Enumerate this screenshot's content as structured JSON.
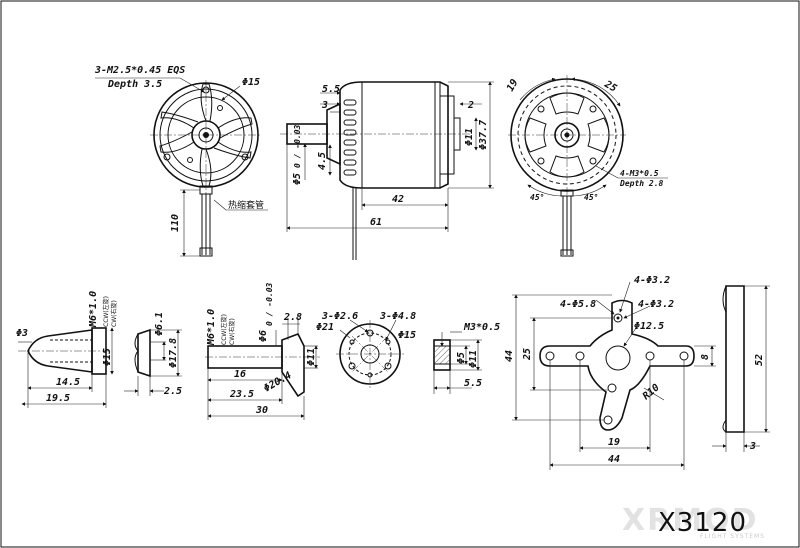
{
  "title_block": {
    "model": "X3120",
    "watermark": "XRMOD",
    "watermark_sub": "FLIGHT SYSTEMS"
  },
  "front_view": {
    "thread_note": "3-M2.5*0.45 EQS",
    "depth_note": "Depth 3.5",
    "dia_15": "Φ15",
    "lead_length": "110",
    "sleeve_label": "热缩套管"
  },
  "side_view": {
    "dim_5_5": "5.5",
    "dim_3": "3",
    "dim_4_5": "4.5",
    "shaft_dia": "Φ5",
    "shaft_tol": "0\n-0.03",
    "dim_2": "2",
    "dim_11": "Φ11",
    "dim_37_7": "Φ37.7",
    "dim_42": "42",
    "dim_61": "61"
  },
  "rear_view": {
    "dim_19": "19",
    "dim_25": "25",
    "hole_note": "4-M3*0.5",
    "depth_note": "Depth 2.8",
    "angle_left": "45°",
    "angle_right": "45°"
  },
  "prop_nut": {
    "dia_3": "Φ3",
    "thread": "M6*1.0",
    "thread_dir_1": "CCW(左旋)",
    "thread_dir_2": "CW(右旋)",
    "dia_15": "Φ15",
    "len_14_5": "14.5",
    "len_19_5": "19.5"
  },
  "washer": {
    "dia_6_1": "Φ6.1",
    "dia_17_8": "Φ17.8",
    "dim_2_5": "2.5"
  },
  "prop_adapter": {
    "thread": "M6*1.0",
    "thread_dir_1": "CCW(左旋)",
    "thread_dir_2": "CW(右旋)",
    "dia_6": "Φ6",
    "dia_tol": "0\n-0.03",
    "dim_2_8": "2.8",
    "dia_11": "Φ11",
    "dia_20_4": "Φ20.4",
    "len_16": "16",
    "len_23_5": "23.5",
    "len_30": "30"
  },
  "adapter_face": {
    "holes_small": "3-Φ2.6",
    "holes_large": "3-Φ4.8",
    "dia_21": "Φ21",
    "dia_15": "Φ15"
  },
  "collet": {
    "thread": "M3*0.5",
    "dia_5": "Φ5",
    "dia_11": "Φ11",
    "len_5_5": "5.5"
  },
  "x_mount": {
    "holes_3_2a": "4-Φ3.2",
    "holes_5_8": "4-Φ5.8",
    "holes_3_2b": "4-Φ3.2",
    "dia_12_5": "Φ12.5",
    "dim_44_v": "44",
    "dim_25": "25",
    "dim_8": "8",
    "radius": "R10",
    "dim_19": "19",
    "dim_44_h": "44",
    "dim_52": "52",
    "dim_3": "3"
  }
}
